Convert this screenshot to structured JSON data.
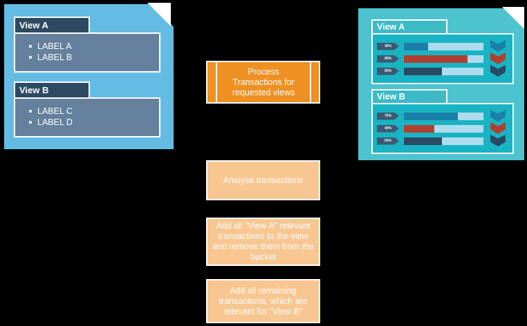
{
  "left_panel": {
    "name": "views-definition-document",
    "groups": [
      {
        "title": "View A",
        "labels": [
          "LABEL A",
          "LABEL B"
        ]
      },
      {
        "title": "View B",
        "labels": [
          "LABEL C",
          "LABEL D"
        ]
      }
    ]
  },
  "flow": {
    "steps": [
      {
        "label": "Process Transactions for requested views",
        "style": "header"
      },
      {
        "label": "Analyse transactions",
        "style": "step"
      },
      {
        "label": "Add all \"View A\" relevant transactions to the view and remove them from the bucket",
        "style": "step"
      },
      {
        "label": "Add all remaining transactions, which are relevant for \"View B\"",
        "style": "step"
      }
    ]
  },
  "right_panel": {
    "name": "views-result-document",
    "groups": [
      {
        "title": "View A",
        "rows": [
          {
            "tag": "30%",
            "percent": 30,
            "color": "#1b7fa8"
          },
          {
            "tag": "90%",
            "percent": 80,
            "color": "#b0402f"
          },
          {
            "tag": "50%",
            "percent": 48,
            "color": "#2a4a63"
          }
        ],
        "chevrons": [
          "#1b7fa8",
          "#b0402f",
          "#2a4a63"
        ]
      },
      {
        "title": "View B",
        "rows": [
          {
            "tag": "70%",
            "percent": 68,
            "color": "#1b7fa8"
          },
          {
            "tag": "40%",
            "percent": 38,
            "color": "#b0402f"
          },
          {
            "tag": "50%",
            "percent": 48,
            "color": "#2a4a63"
          }
        ],
        "chevrons": [
          "#1b7fa8",
          "#b0402f",
          "#2a4a63"
        ]
      }
    ]
  },
  "colors": {
    "background": "#000000",
    "left_panel": "#64bce4",
    "left_title": "#2e4a63",
    "left_body": "#64809c",
    "right_panel": "#4cc3ce",
    "right_title": "#3cbac6",
    "right_body": "#19b4c4",
    "track": "#aedcef",
    "flow_header": "#ef9023",
    "flow_step": "#f8c691"
  }
}
